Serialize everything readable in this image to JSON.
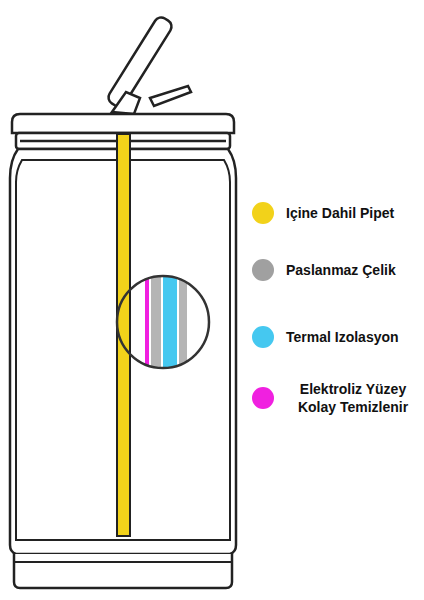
{
  "diagram": {
    "legend": [
      {
        "text": "Içine Dahil Pipet",
        "color": "#f2d21a"
      },
      {
        "text": "Paslanmaz Çelik",
        "color": "#a0a0a0"
      },
      {
        "text": "Termal Izolasyon",
        "color": "#45c8f0"
      },
      {
        "text": "Elektroliz Yüzey Kolay Temizlenir",
        "color": "#f020e0"
      }
    ]
  }
}
